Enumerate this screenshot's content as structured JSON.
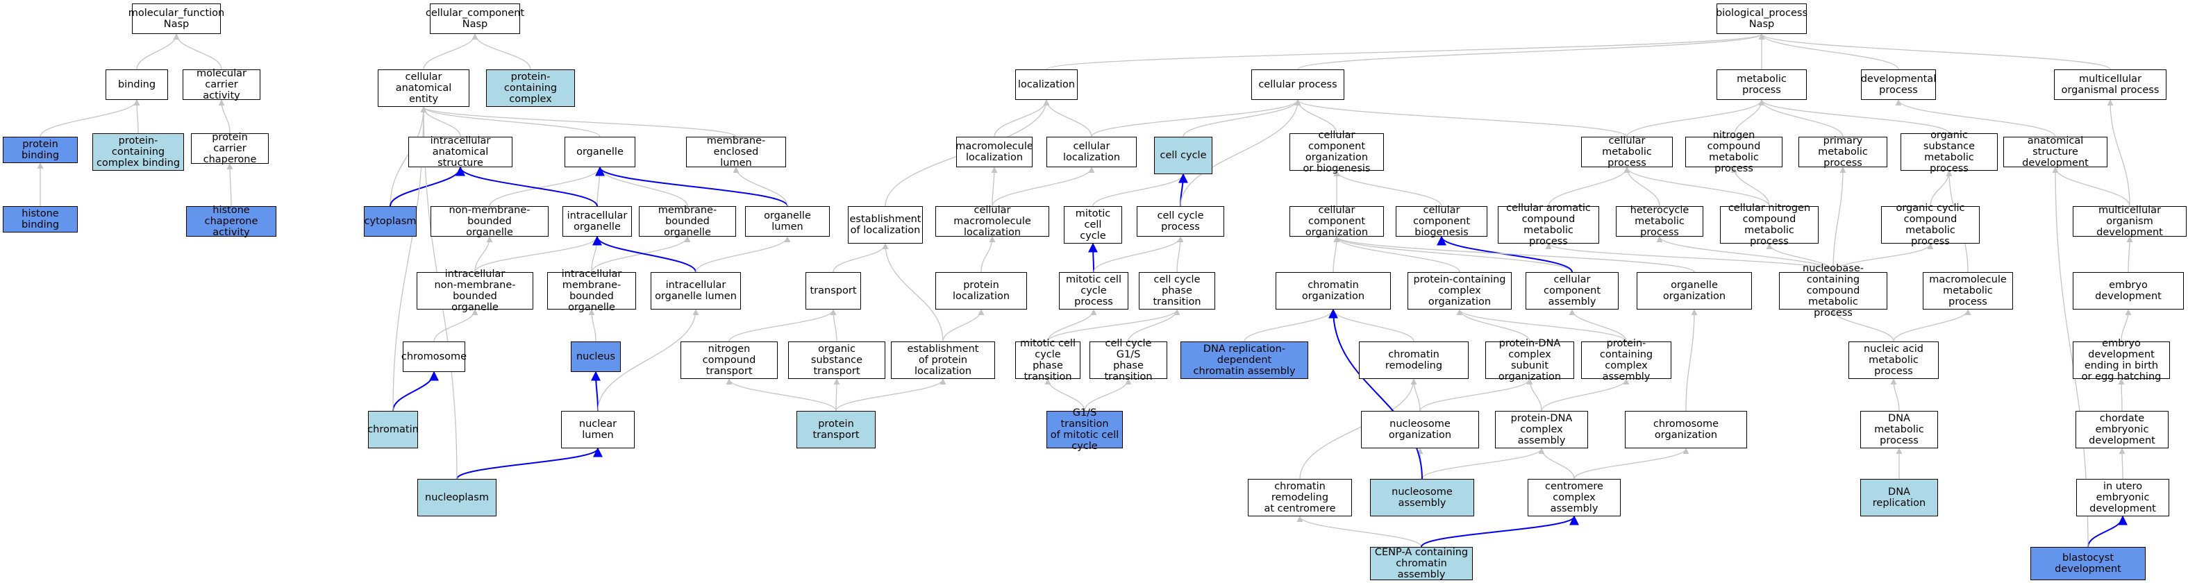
{
  "colors": {
    "white": "#ffffff",
    "blue": "#6495ed",
    "light_blue": "#add8e6",
    "edge_grey": "#c4c4c4",
    "edge_blue": "#0000ee"
  },
  "nodes": [
    {
      "id": "mf",
      "label": "molecular_function\nNasp",
      "fill": "white"
    },
    {
      "id": "binding",
      "label": "binding",
      "fill": "white"
    },
    {
      "id": "mca",
      "label": "molecular carrier\nactivity",
      "fill": "white"
    },
    {
      "id": "pbind",
      "label": "protein binding",
      "fill": "blue"
    },
    {
      "id": "pccb",
      "label": "protein-containing\ncomplex binding",
      "fill": "lightblue"
    },
    {
      "id": "pcc",
      "label": "protein carrier\nchaperone",
      "fill": "white"
    },
    {
      "id": "hbind",
      "label": "histone binding",
      "fill": "blue"
    },
    {
      "id": "hca",
      "label": "histone chaperone\nactivity",
      "fill": "blue"
    },
    {
      "id": "cc",
      "label": "cellular_component\nNasp",
      "fill": "white"
    },
    {
      "id": "cae",
      "label": "cellular anatomical\nentity",
      "fill": "white"
    },
    {
      "id": "pccx",
      "label": "protein-containing\ncomplex",
      "fill": "lightblue"
    },
    {
      "id": "ias",
      "label": "intracellular\nanatomical structure",
      "fill": "white"
    },
    {
      "id": "organelle",
      "label": "organelle",
      "fill": "white"
    },
    {
      "id": "mel",
      "label": "membrane-enclosed\nlumen",
      "fill": "white"
    },
    {
      "id": "cytoplasm",
      "label": "cytoplasm",
      "fill": "blue"
    },
    {
      "id": "nmbo",
      "label": "non-membrane-bounded\norganelle",
      "fill": "white"
    },
    {
      "id": "io",
      "label": "intracellular\norganelle",
      "fill": "white"
    },
    {
      "id": "mbo",
      "label": "membrane-bounded\norganelle",
      "fill": "white"
    },
    {
      "id": "olumen",
      "label": "organelle lumen",
      "fill": "white"
    },
    {
      "id": "inmbo",
      "label": "intracellular\nnon-membrane-bounded\norganelle",
      "fill": "white"
    },
    {
      "id": "imbo",
      "label": "intracellular\nmembrane-bounded\norganelle",
      "fill": "white"
    },
    {
      "id": "iol",
      "label": "intracellular\norganelle lumen",
      "fill": "white"
    },
    {
      "id": "chromosome",
      "label": "chromosome",
      "fill": "white"
    },
    {
      "id": "nucleus",
      "label": "nucleus",
      "fill": "blue"
    },
    {
      "id": "chromatin",
      "label": "chromatin",
      "fill": "lightblue"
    },
    {
      "id": "nlumen",
      "label": "nuclear lumen",
      "fill": "white"
    },
    {
      "id": "nucleoplasm",
      "label": "nucleoplasm",
      "fill": "lightblue"
    },
    {
      "id": "bp",
      "label": "biological_process\nNasp",
      "fill": "white"
    },
    {
      "id": "localization",
      "label": "localization",
      "fill": "white"
    },
    {
      "id": "cproc",
      "label": "cellular process",
      "fill": "white"
    },
    {
      "id": "metproc",
      "label": "metabolic process",
      "fill": "white"
    },
    {
      "id": "devproc",
      "label": "developmental\nprocess",
      "fill": "white"
    },
    {
      "id": "multiorg",
      "label": "multicellular\norganismal process",
      "fill": "white"
    },
    {
      "id": "macloc",
      "label": "macromolecule\nlocalization",
      "fill": "white"
    },
    {
      "id": "cloc",
      "label": "cellular localization",
      "fill": "white"
    },
    {
      "id": "ccycle",
      "label": "cell cycle",
      "fill": "lightblue"
    },
    {
      "id": "ccob",
      "label": "cellular component\norganization\nor biogenesis",
      "fill": "white"
    },
    {
      "id": "cmp",
      "label": "cellular metabolic\nprocess",
      "fill": "white"
    },
    {
      "id": "ncmp",
      "label": "nitrogen compound\nmetabolic process",
      "fill": "white"
    },
    {
      "id": "pmp",
      "label": "primary metabolic\nprocess",
      "fill": "white"
    },
    {
      "id": "osmp",
      "label": "organic substance\nmetabolic process",
      "fill": "white"
    },
    {
      "id": "asd",
      "label": "anatomical structure\ndevelopment",
      "fill": "white"
    },
    {
      "id": "eol",
      "label": "establishment\nof localization",
      "fill": "white"
    },
    {
      "id": "cmloc",
      "label": "cellular macromolecule\nlocalization",
      "fill": "white"
    },
    {
      "id": "mcc",
      "label": "mitotic cell\ncycle",
      "fill": "white"
    },
    {
      "id": "ccp",
      "label": "cell cycle process",
      "fill": "white"
    },
    {
      "id": "cco",
      "label": "cellular component\norganization",
      "fill": "white"
    },
    {
      "id": "ccb",
      "label": "cellular component\nbiogenesis",
      "fill": "white"
    },
    {
      "id": "cacmp",
      "label": "cellular aromatic\ncompound metabolic\nprocess",
      "fill": "white"
    },
    {
      "id": "hmp",
      "label": "heterocycle\nmetabolic process",
      "fill": "white"
    },
    {
      "id": "cncmp",
      "label": "cellular nitrogen\ncompound metabolic\nprocess",
      "fill": "white"
    },
    {
      "id": "occmp",
      "label": "organic cyclic\ncompound metabolic\nprocess",
      "fill": "white"
    },
    {
      "id": "mod",
      "label": "multicellular\norganism development",
      "fill": "white"
    },
    {
      "id": "transport",
      "label": "transport",
      "fill": "white"
    },
    {
      "id": "ploc",
      "label": "protein localization",
      "fill": "white"
    },
    {
      "id": "mccp",
      "label": "mitotic cell\ncycle process",
      "fill": "white"
    },
    {
      "id": "ccpt",
      "label": "cell cycle phase\ntransition",
      "fill": "white"
    },
    {
      "id": "chromorg",
      "label": "chromatin organization",
      "fill": "white"
    },
    {
      "id": "pccorg",
      "label": "protein-containing\ncomplex organization",
      "fill": "white"
    },
    {
      "id": "ccasm",
      "label": "cellular component\nassembly",
      "fill": "white"
    },
    {
      "id": "orgorg",
      "label": "organelle organization",
      "fill": "white"
    },
    {
      "id": "nbccmp",
      "label": "nucleobase-containing\ncompound metabolic\nprocess",
      "fill": "white"
    },
    {
      "id": "mmp",
      "label": "macromolecule\nmetabolic process",
      "fill": "white"
    },
    {
      "id": "embdev",
      "label": "embryo development",
      "fill": "white"
    },
    {
      "id": "nct",
      "label": "nitrogen compound\ntransport",
      "fill": "white"
    },
    {
      "id": "ost",
      "label": "organic substance\ntransport",
      "fill": "white"
    },
    {
      "id": "eopl",
      "label": "establishment\nof protein localization",
      "fill": "white"
    },
    {
      "id": "mccpt",
      "label": "mitotic cell\ncycle phase\ntransition",
      "fill": "white"
    },
    {
      "id": "ccg1s",
      "label": "cell cycle G1/S\nphase transition",
      "fill": "white"
    },
    {
      "id": "dnarca",
      "label": "DNA replication-dependent\nchromatin assembly",
      "fill": "blue"
    },
    {
      "id": "chromrem",
      "label": "chromatin remodeling",
      "fill": "white"
    },
    {
      "id": "pdcso",
      "label": "protein-DNA\ncomplex subunit\norganization",
      "fill": "white"
    },
    {
      "id": "pcca",
      "label": "protein-containing\ncomplex assembly",
      "fill": "white"
    },
    {
      "id": "namp",
      "label": "nucleic acid\nmetabolic process",
      "fill": "white"
    },
    {
      "id": "edeb",
      "label": "embryo development\nending in birth\nor egg hatching",
      "fill": "white"
    },
    {
      "id": "ptransport",
      "label": "protein transport",
      "fill": "lightblue"
    },
    {
      "id": "g1s",
      "label": "G1/S transition\nof mitotic cell\ncycle",
      "fill": "blue"
    },
    {
      "id": "nucorg",
      "label": "nucleosome organization",
      "fill": "white"
    },
    {
      "id": "pdca",
      "label": "protein-DNA\ncomplex assembly",
      "fill": "white"
    },
    {
      "id": "chromoorg",
      "label": "chromosome organization",
      "fill": "white"
    },
    {
      "id": "dnamp",
      "label": "DNA metabolic\nprocess",
      "fill": "white"
    },
    {
      "id": "ced",
      "label": "chordate embryonic\ndevelopment",
      "fill": "white"
    },
    {
      "id": "crac",
      "label": "chromatin remodeling\nat centromere",
      "fill": "white"
    },
    {
      "id": "nucasm",
      "label": "nucleosome assembly",
      "fill": "lightblue"
    },
    {
      "id": "cca",
      "label": "centromere complex\nassembly",
      "fill": "white"
    },
    {
      "id": "dnarep",
      "label": "DNA replication",
      "fill": "lightblue"
    },
    {
      "id": "iued",
      "label": "in utero embryonic\ndevelopment",
      "fill": "white"
    },
    {
      "id": "cenpa",
      "label": "CENP-A containing\nchromatin assembly",
      "fill": "lightblue"
    },
    {
      "id": "blast",
      "label": "blastocyst development",
      "fill": "blue"
    }
  ],
  "edges": [
    [
      "binding",
      "mf",
      "grey"
    ],
    [
      "mca",
      "mf",
      "grey"
    ],
    [
      "pbind",
      "binding",
      "grey"
    ],
    [
      "pccb",
      "binding",
      "grey"
    ],
    [
      "pcc",
      "mca",
      "grey"
    ],
    [
      "hbind",
      "pbind",
      "grey"
    ],
    [
      "hca",
      "pcc",
      "grey"
    ],
    [
      "cae",
      "cc",
      "grey"
    ],
    [
      "pccx",
      "cc",
      "grey"
    ],
    [
      "ias",
      "cae",
      "grey"
    ],
    [
      "organelle",
      "cae",
      "grey"
    ],
    [
      "mel",
      "cae",
      "grey"
    ],
    [
      "cytoplasm",
      "cae",
      "grey"
    ],
    [
      "cytoplasm",
      "ias",
      "blue"
    ],
    [
      "nmbo",
      "organelle",
      "grey"
    ],
    [
      "io",
      "organelle",
      "grey"
    ],
    [
      "io",
      "ias",
      "blue"
    ],
    [
      "mbo",
      "organelle",
      "grey"
    ],
    [
      "olumen",
      "organelle",
      "blue"
    ],
    [
      "olumen",
      "mel",
      "grey"
    ],
    [
      "inmbo",
      "nmbo",
      "grey"
    ],
    [
      "inmbo",
      "io",
      "grey"
    ],
    [
      "imbo",
      "io",
      "grey"
    ],
    [
      "imbo",
      "mbo",
      "grey"
    ],
    [
      "iol",
      "io",
      "blue"
    ],
    [
      "iol",
      "olumen",
      "grey"
    ],
    [
      "chromosome",
      "inmbo",
      "grey"
    ],
    [
      "nucleus",
      "imbo",
      "grey"
    ],
    [
      "chromatin",
      "chromosome",
      "blue"
    ],
    [
      "chromatin",
      "cae",
      "grey"
    ],
    [
      "nlumen",
      "nucleus",
      "blue"
    ],
    [
      "nlumen",
      "iol",
      "grey"
    ],
    [
      "nucleoplasm",
      "nlumen",
      "blue"
    ],
    [
      "nucleoplasm",
      "cae",
      "grey"
    ],
    [
      "localization",
      "bp",
      "grey"
    ],
    [
      "cproc",
      "bp",
      "grey"
    ],
    [
      "metproc",
      "bp",
      "grey"
    ],
    [
      "devproc",
      "bp",
      "grey"
    ],
    [
      "multiorg",
      "bp",
      "grey"
    ],
    [
      "macloc",
      "localization",
      "grey"
    ],
    [
      "cloc",
      "localization",
      "grey"
    ],
    [
      "cloc",
      "cproc",
      "grey"
    ],
    [
      "ccycle",
      "cproc",
      "grey"
    ],
    [
      "ccob",
      "cproc",
      "grey"
    ],
    [
      "cmp",
      "cproc",
      "grey"
    ],
    [
      "cmp",
      "metproc",
      "grey"
    ],
    [
      "ncmp",
      "metproc",
      "grey"
    ],
    [
      "pmp",
      "metproc",
      "grey"
    ],
    [
      "osmp",
      "metproc",
      "grey"
    ],
    [
      "asd",
      "devproc",
      "grey"
    ],
    [
      "eol",
      "localization",
      "grey"
    ],
    [
      "cmloc",
      "macloc",
      "grey"
    ],
    [
      "cmloc",
      "cloc",
      "grey"
    ],
    [
      "mcc",
      "ccycle",
      "grey"
    ],
    [
      "ccp",
      "ccycle",
      "blue"
    ],
    [
      "ccp",
      "cproc",
      "grey"
    ],
    [
      "cco",
      "ccob",
      "grey"
    ],
    [
      "ccb",
      "ccob",
      "grey"
    ],
    [
      "cacmp",
      "cmp",
      "grey"
    ],
    [
      "hmp",
      "cmp",
      "grey"
    ],
    [
      "cncmp",
      "cmp",
      "grey"
    ],
    [
      "cncmp",
      "ncmp",
      "grey"
    ],
    [
      "occmp",
      "osmp",
      "grey"
    ],
    [
      "mod",
      "asd",
      "grey"
    ],
    [
      "mod",
      "multiorg",
      "grey"
    ],
    [
      "transport",
      "eol",
      "grey"
    ],
    [
      "ploc",
      "cmloc",
      "grey"
    ],
    [
      "mccp",
      "mcc",
      "blue"
    ],
    [
      "mccp",
      "ccp",
      "grey"
    ],
    [
      "ccpt",
      "ccp",
      "grey"
    ],
    [
      "chromorg",
      "cco",
      "grey"
    ],
    [
      "pccorg",
      "cco",
      "grey"
    ],
    [
      "ccasm",
      "cco",
      "grey"
    ],
    [
      "ccasm",
      "ccb",
      "blue"
    ],
    [
      "orgorg",
      "cco",
      "grey"
    ],
    [
      "nbccmp",
      "cacmp",
      "grey"
    ],
    [
      "nbccmp",
      "hmp",
      "grey"
    ],
    [
      "nbccmp",
      "cncmp",
      "grey"
    ],
    [
      "nbccmp",
      "occmp",
      "grey"
    ],
    [
      "nbccmp",
      "pmp",
      "grey"
    ],
    [
      "mmp",
      "osmp",
      "grey"
    ],
    [
      "embdev",
      "mod",
      "grey"
    ],
    [
      "nct",
      "transport",
      "grey"
    ],
    [
      "ost",
      "transport",
      "grey"
    ],
    [
      "eopl",
      "ploc",
      "grey"
    ],
    [
      "eopl",
      "eol",
      "grey"
    ],
    [
      "mccpt",
      "mccp",
      "grey"
    ],
    [
      "mccpt",
      "ccpt",
      "grey"
    ],
    [
      "ccg1s",
      "ccpt",
      "grey"
    ],
    [
      "dnarca",
      "chromorg",
      "grey"
    ],
    [
      "chromrem",
      "chromorg",
      "grey"
    ],
    [
      "pdcso",
      "pccorg",
      "grey"
    ],
    [
      "pcca",
      "pccorg",
      "grey"
    ],
    [
      "pcca",
      "ccasm",
      "grey"
    ],
    [
      "namp",
      "nbccmp",
      "grey"
    ],
    [
      "namp",
      "mmp",
      "grey"
    ],
    [
      "edeb",
      "embdev",
      "grey"
    ],
    [
      "ptransport",
      "nct",
      "grey"
    ],
    [
      "ptransport",
      "ost",
      "grey"
    ],
    [
      "ptransport",
      "eopl",
      "grey"
    ],
    [
      "g1s",
      "mccpt",
      "grey"
    ],
    [
      "g1s",
      "ccg1s",
      "grey"
    ],
    [
      "nucorg",
      "chromrem",
      "grey"
    ],
    [
      "nucorg",
      "pdcso",
      "grey"
    ],
    [
      "pdca",
      "pdcso",
      "grey"
    ],
    [
      "pdca",
      "pcca",
      "grey"
    ],
    [
      "chromoorg",
      "orgorg",
      "grey"
    ],
    [
      "dnamp",
      "namp",
      "grey"
    ],
    [
      "ced",
      "edeb",
      "grey"
    ],
    [
      "crac",
      "chromrem",
      "grey"
    ],
    [
      "nucasm",
      "nucorg",
      "grey"
    ],
    [
      "nucasm",
      "pdca",
      "grey"
    ],
    [
      "nucasm",
      "chromorg",
      "blue"
    ],
    [
      "cca",
      "pdca",
      "grey"
    ],
    [
      "cca",
      "chromoorg",
      "grey"
    ],
    [
      "dnarep",
      "dnamp",
      "grey"
    ],
    [
      "iued",
      "ced",
      "grey"
    ],
    [
      "cenpa",
      "crac",
      "grey"
    ],
    [
      "cenpa",
      "cca",
      "blue"
    ],
    [
      "blast",
      "iued",
      "blue"
    ],
    [
      "blast",
      "asd",
      "grey"
    ]
  ]
}
